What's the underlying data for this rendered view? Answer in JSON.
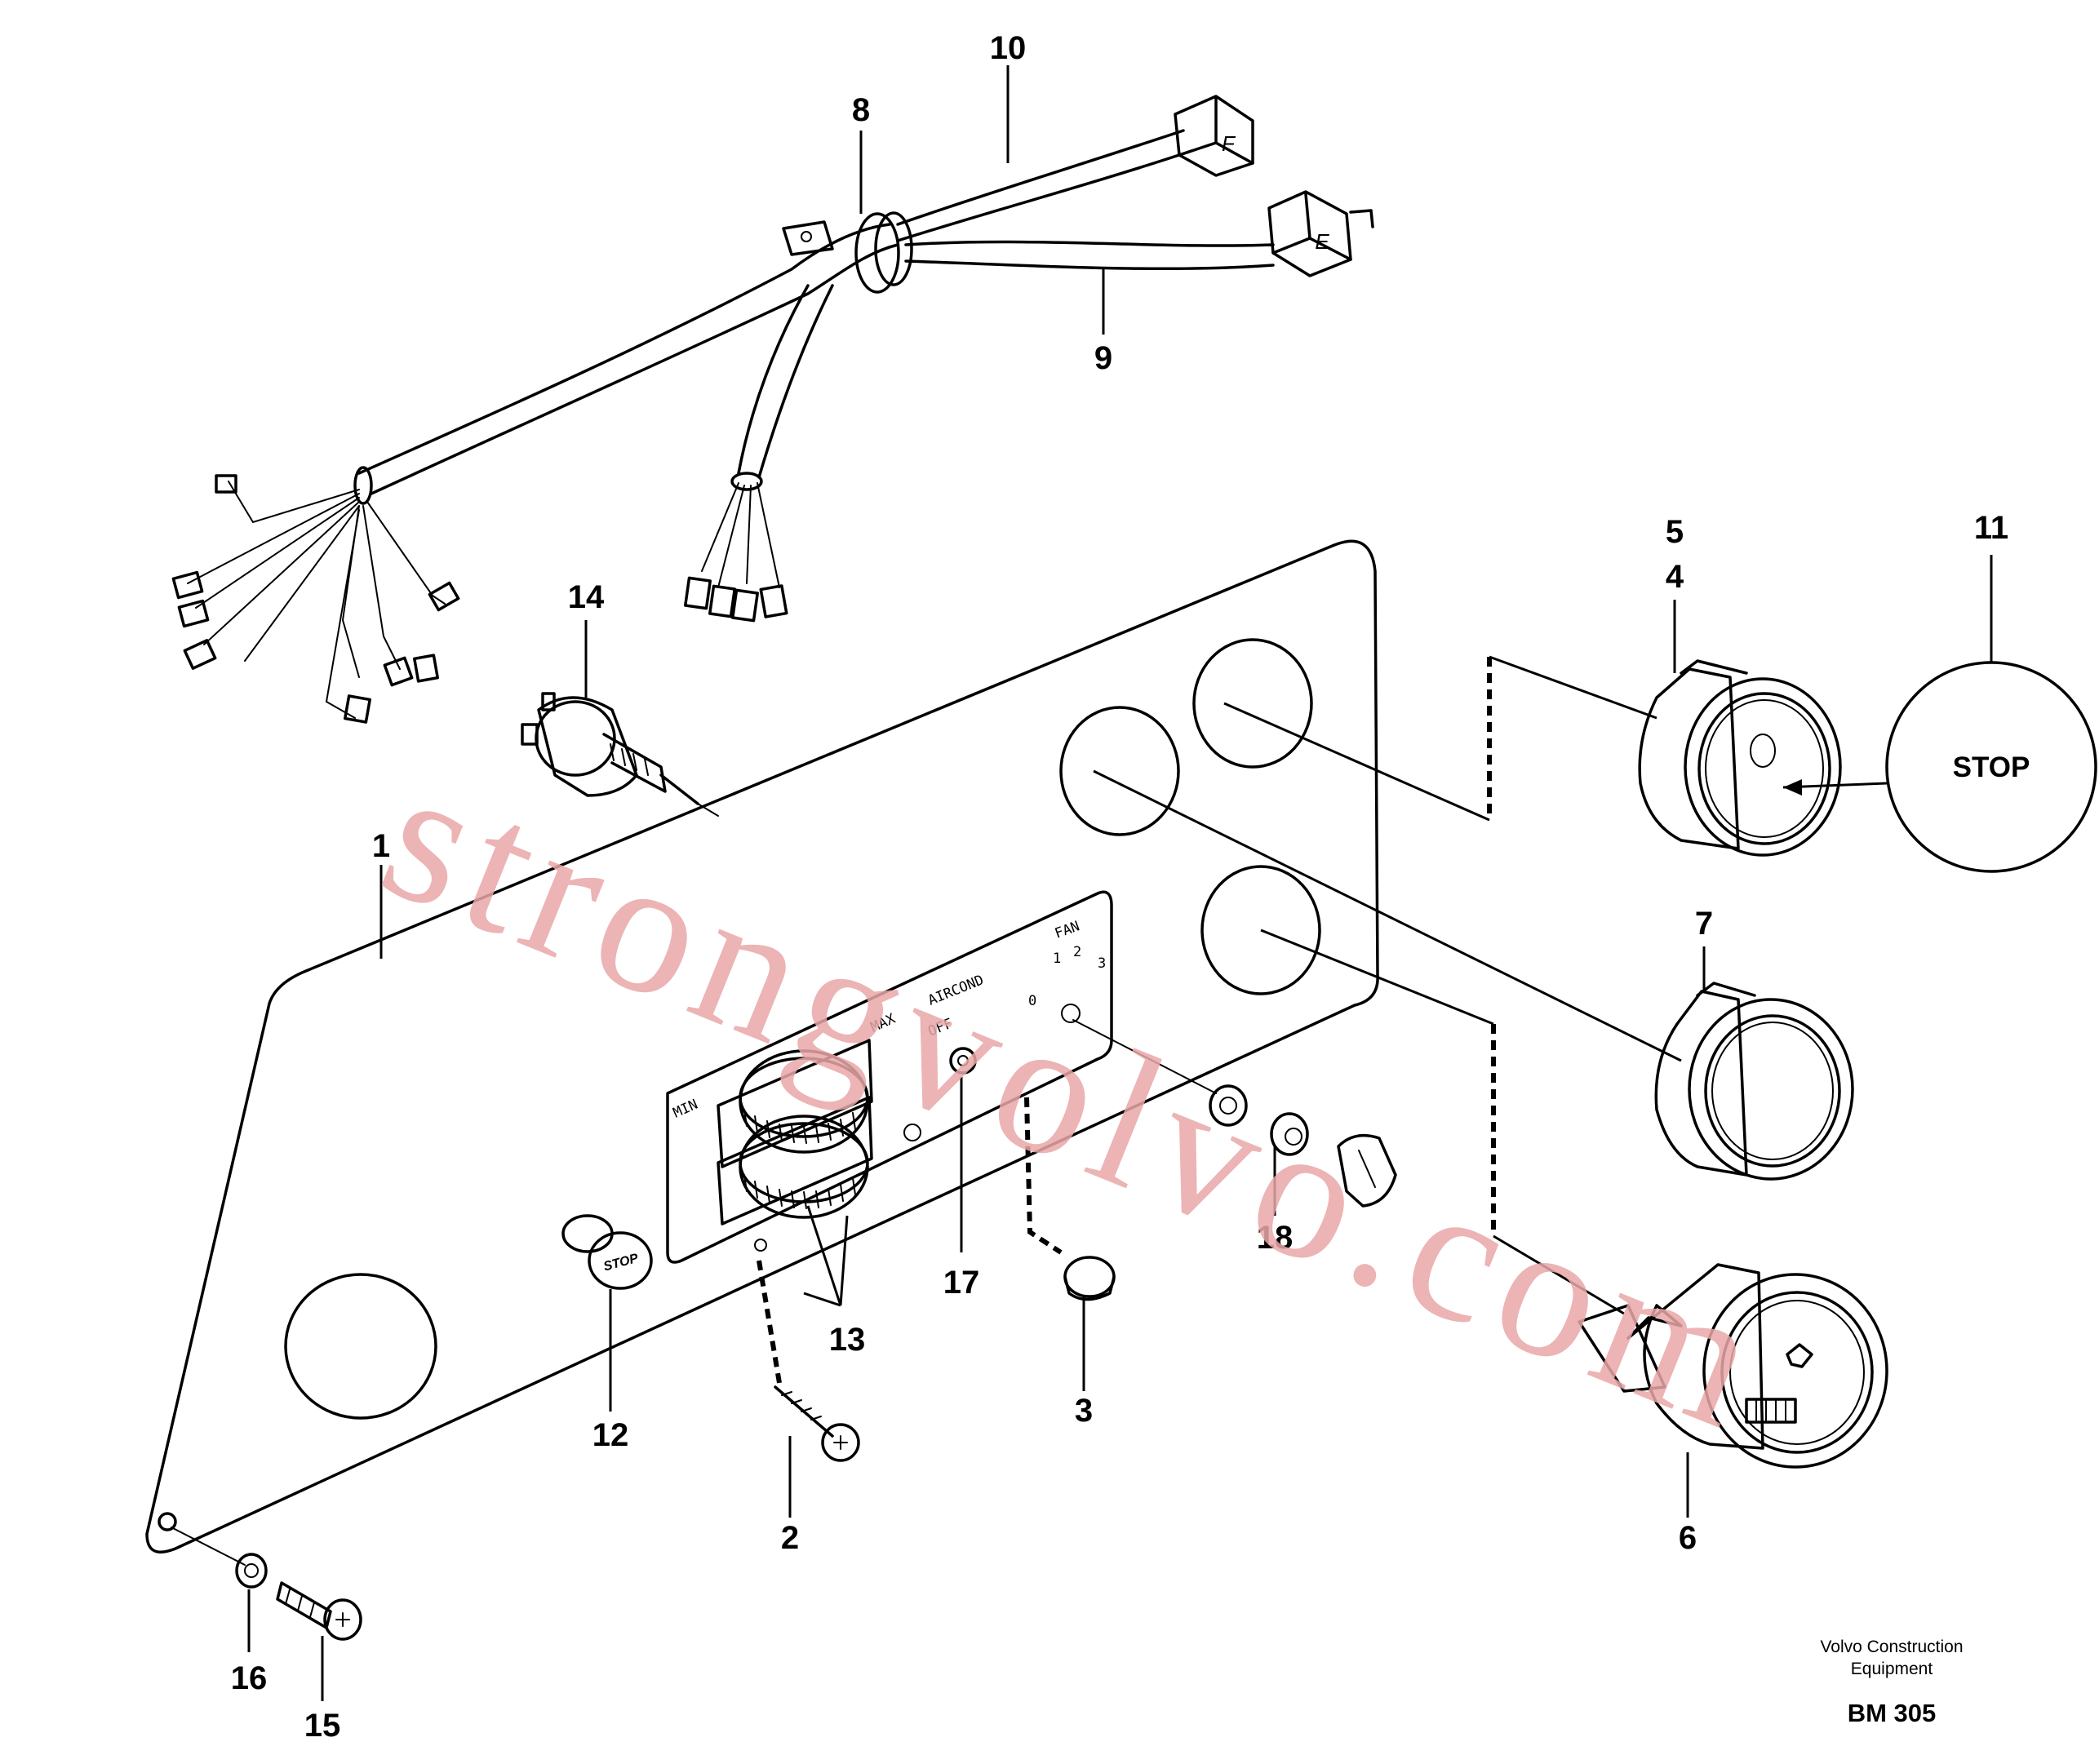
{
  "callouts": [
    "1",
    "2",
    "3",
    "4",
    "5",
    "6",
    "7",
    "8",
    "9",
    "10",
    "11",
    "12",
    "13",
    "14",
    "15",
    "16",
    "17",
    "18"
  ],
  "panel_labels": {
    "aircond": "AIRCOND",
    "fan": "FAN",
    "min": "MIN",
    "max": "MAX",
    "off": "OFF",
    "fan_positions": [
      "0",
      "1",
      "2",
      "3"
    ]
  },
  "connectors": {
    "f": "F",
    "e": "E"
  },
  "stop_detail_label": "STOP",
  "stop_button_label": "STOP",
  "watermark": "strongvolvo.com",
  "footer": {
    "brand_line1": "Volvo Construction",
    "brand_line2": "Equipment",
    "code": "BM 305"
  },
  "colors": {
    "ink": "#000000",
    "watermark": "#e9a7a7",
    "background": "#ffffff"
  }
}
